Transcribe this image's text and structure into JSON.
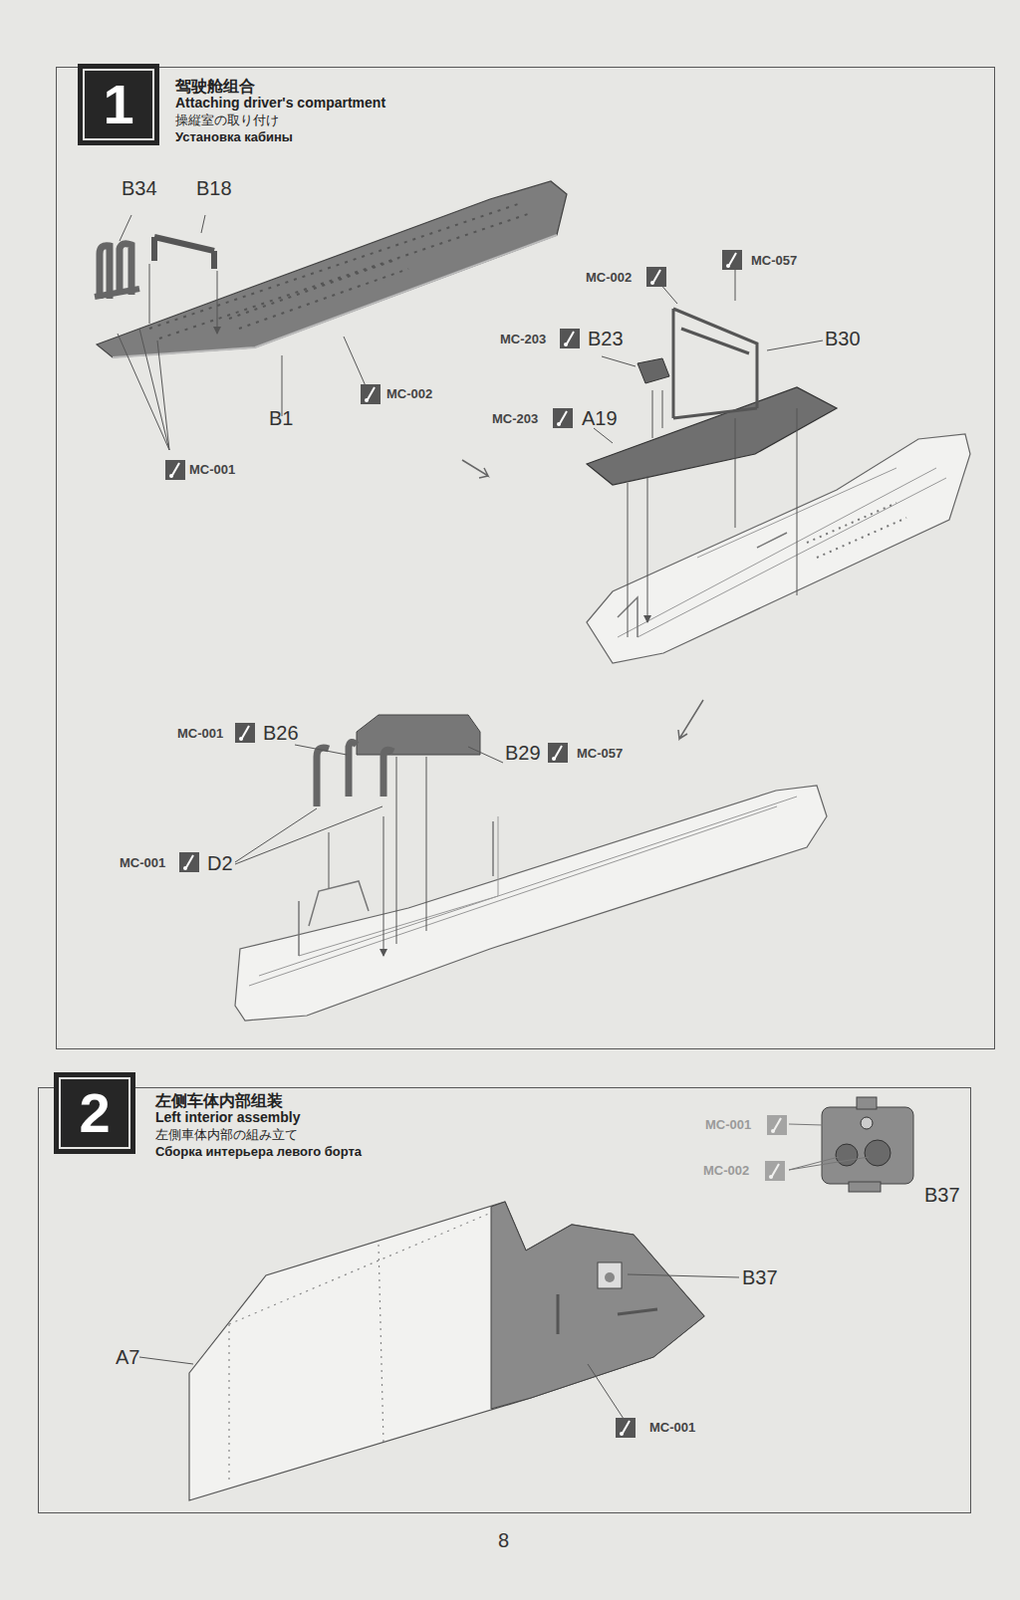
{
  "diagram": {
    "nodes": [
      {
        "text": [
          "驾驶舱组合",
          "Attaching driver's compartment",
          "操縦室の取り付け",
          "Установка кабины"
        ]
      },
      {
        "text": [
          "1"
        ],
        "in": 0
      },
      {
        "text": [
          "左侧车体内部组装",
          "Left interior assembly",
          "左側車体内部の組み立て",
          "Сборка интерьера левого борта"
        ]
      },
      {
        "text": [
          "2"
        ],
        "in": 2
      }
    ],
    "labels": [
      "B34",
      "B18",
      "B1",
      "MC-002",
      "MC-001",
      "MC-002",
      "MC-057",
      "MC-203",
      "B23",
      "B30",
      "MC-203",
      "A19",
      "MC-001",
      "B26",
      "B29",
      "MC-057",
      "MC-001",
      "D2",
      "MC-001",
      "MC-002",
      "B37",
      "B37",
      "A7",
      "MC-001",
      "8"
    ]
  }
}
